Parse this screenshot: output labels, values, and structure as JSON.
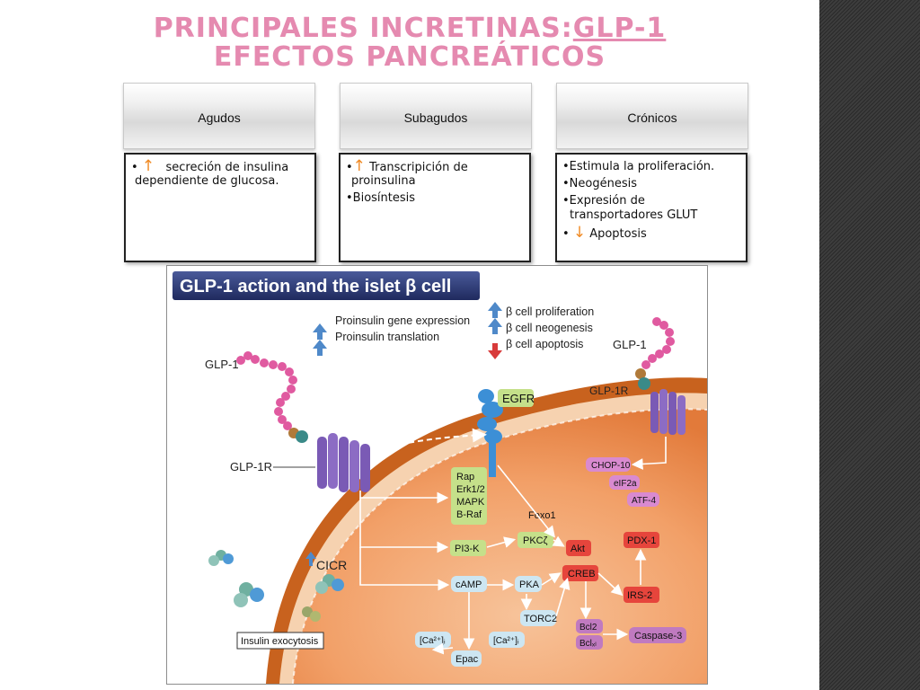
{
  "slide": {
    "title_line1_a": "PRINCIPALES INCRETINAS:",
    "title_line1_b": "GLP-1",
    "title_line2": "EFECTOS PANCREÁTICOS"
  },
  "columns": [
    {
      "header": "Agudos",
      "bullet": "•",
      "lines": [
        "secreción de insulina",
        "dependiente de glucosa."
      ]
    },
    {
      "header": "Subagudos",
      "bullet": "•",
      "lines": [
        "Transcripición de",
        "proinsulina",
        "•Biosíntesis"
      ]
    },
    {
      "header": "Crónicos",
      "lines": [
        "•Estimula la proliferación.",
        "•Neogénesis",
        "•Expresión de",
        "transportadores GLUT",
        "•",
        "Apoptosis"
      ]
    }
  ],
  "figure": {
    "title": "GLP-1 action and the islet β cell",
    "legend_left": [
      "Proinsulin gene expression",
      "Proinsulin translation"
    ],
    "legend_right": [
      "β cell proliferation",
      "β cell neogenesis",
      "β cell apoptosis"
    ],
    "labels": {
      "glp1_left": "GLP-1",
      "glp1r_left": "GLP-1R",
      "glp1_right": "GLP-1",
      "glp1r_right": "GLP-1R",
      "egfr": "EGFR",
      "cicr": "CICR",
      "insulin_exocytosis": "Insulin exocytosis",
      "rap_group": [
        "Rap",
        "Erk1/2",
        "MAPK",
        "B-Raf"
      ],
      "foxo1": "Foxo1",
      "pi3k": "PI3-K",
      "pkcz": "PKCζ",
      "akt": "Akt",
      "camp": "cAMP",
      "pka": "PKA",
      "creb": "CREB",
      "torc2": "TORC2",
      "irs2": "IRS-2",
      "pdx1": "PDX-1",
      "chop10": "CHOP-10",
      "eif2a": "eIF2a",
      "atf4": "ATF-4",
      "bcl2": "Bcl2",
      "bclxl": "Bclₓₗ",
      "caspase3": "Caspase-3",
      "ca_left": "[Ca²⁺]ᵢ",
      "ca_right": "[Ca²⁺]ᵢ",
      "epac": "Epac"
    }
  },
  "colors": {
    "title_pink": "#e58ab0",
    "orange_arrow": "#f08a24",
    "cell_interior": "#f3a16a",
    "membrane": "#c8621e",
    "green_box": "#c5e08a",
    "blue_box": "#cde6f2",
    "red_box": "#e6453c",
    "purple_box": "#c07ac0"
  }
}
